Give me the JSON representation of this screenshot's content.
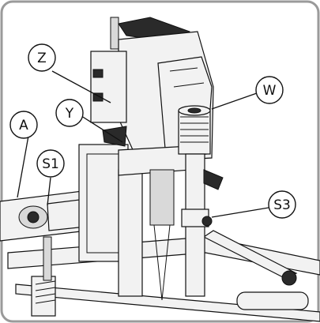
{
  "diagram": {
    "callouts": [
      {
        "id": "Z",
        "label": "Z"
      },
      {
        "id": "W",
        "label": "W"
      },
      {
        "id": "Y",
        "label": "Y"
      },
      {
        "id": "A",
        "label": "A"
      },
      {
        "id": "S1",
        "label": "S1"
      },
      {
        "id": "S3",
        "label": "S3"
      }
    ],
    "colors": {
      "line": "#111111",
      "background": "#ffffff",
      "frame": "#9a9a9a"
    }
  }
}
